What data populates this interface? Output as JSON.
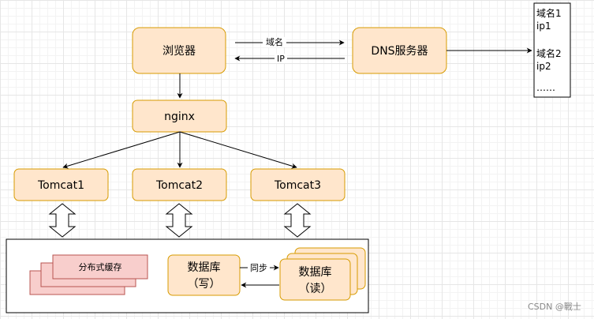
{
  "nodes": {
    "browser": "浏览器",
    "dns_server": "DNS服务器",
    "nginx": "nginx",
    "tomcat1": "Tomcat1",
    "tomcat2": "Tomcat2",
    "tomcat3": "Tomcat3",
    "distributed_cache": "分布式缓存",
    "db_write_line1": "数据库",
    "db_write_line2": "（写）",
    "db_read_line1": "数据库",
    "db_read_line2": "（读）"
  },
  "edges": {
    "domain_label": "域名",
    "ip_label": "IP",
    "sync_label": "同步"
  },
  "dns_table": {
    "entries": [
      "域名1",
      "ip1",
      "域名2",
      "ip2",
      "……"
    ]
  },
  "watermark": "CSDN @戰士",
  "colors": {
    "box_fill": "#ffe6cc",
    "box_stroke": "#d79b00",
    "cache_fill": "#f8cecc",
    "cache_stroke": "#b85450"
  }
}
